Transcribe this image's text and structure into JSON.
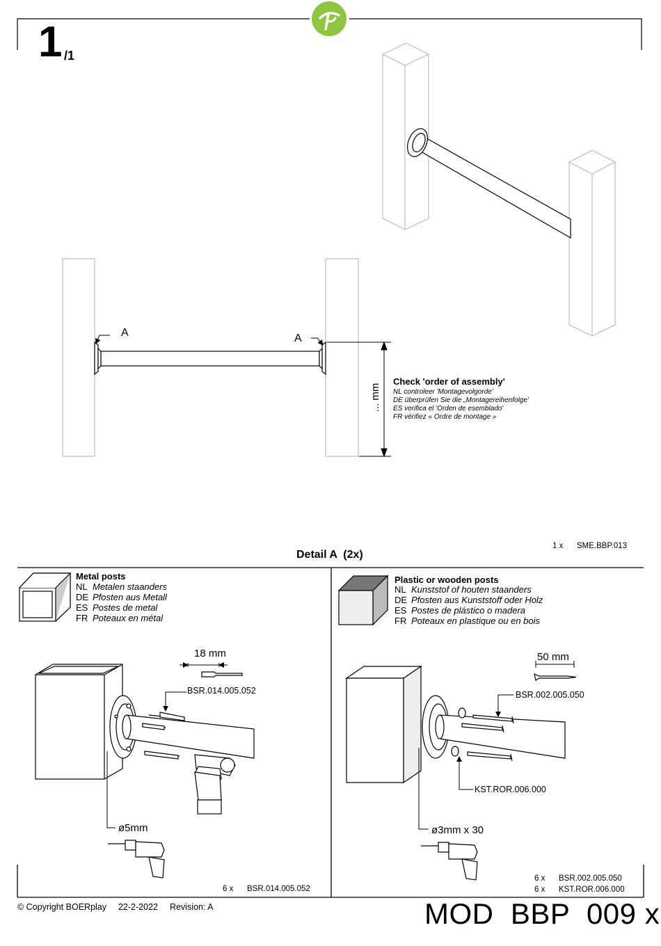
{
  "step": {
    "number": "1",
    "total": "/1"
  },
  "overview": {
    "label_a_left": "A",
    "label_a_right": "A",
    "dimension": "... mm"
  },
  "note": {
    "title": "Check 'order of assembly'",
    "lines": [
      "NL controleer 'Montagevolgorde'",
      "DE überprüfen Sie die „Montagereihenfolge'",
      "ES verifica el 'Orden de esemblado'",
      "FR vérifiez « Ordre de montage »"
    ]
  },
  "detail": {
    "title": "Detail A  (2x)",
    "top_part": {
      "qty": "1 x",
      "code": "SME.BBP.013"
    }
  },
  "metal": {
    "title": "Metal posts",
    "langs": [
      {
        "code": "NL",
        "text": "Metalen staanders"
      },
      {
        "code": "DE",
        "text": "Pfosten aus Metall"
      },
      {
        "code": "ES",
        "text": "Postes de metal"
      },
      {
        "code": "FR",
        "text": "Poteaux en métal"
      }
    ],
    "length": "18 mm",
    "part_label": "BSR.014.005.052",
    "drill": "ø5mm",
    "parts": [
      {
        "qty": "6 x",
        "code": "BSR.014.005.052"
      }
    ]
  },
  "wood": {
    "title": "Plastic or wooden posts",
    "langs": [
      {
        "code": "NL",
        "text": "Kunststof of houten staanders"
      },
      {
        "code": "DE",
        "text": "Pfosten aus Kunststoff oder Holz"
      },
      {
        "code": "ES",
        "text": "Postes de plástico o madera"
      },
      {
        "code": "FR",
        "text": "Poteaux en plastique ou en bois"
      }
    ],
    "length": "50 mm",
    "part_label_screw": "BSR.002.005.050",
    "part_label_washer": "KST.ROR.006.000",
    "drill": "ø3mm x 30",
    "parts": [
      {
        "qty": "6 x",
        "code": "BSR.002.005.050"
      },
      {
        "qty": "6 x",
        "code": "KST.ROR.006.000"
      }
    ]
  },
  "footer": {
    "copyright": "© Copyright BOERplay",
    "date": "22-2-2022",
    "revision": "Revision: A",
    "model": "MOD  BBP  009 x"
  },
  "colors": {
    "logo_green": "#8dc63f",
    "post_outline": "#bbbbbb"
  }
}
